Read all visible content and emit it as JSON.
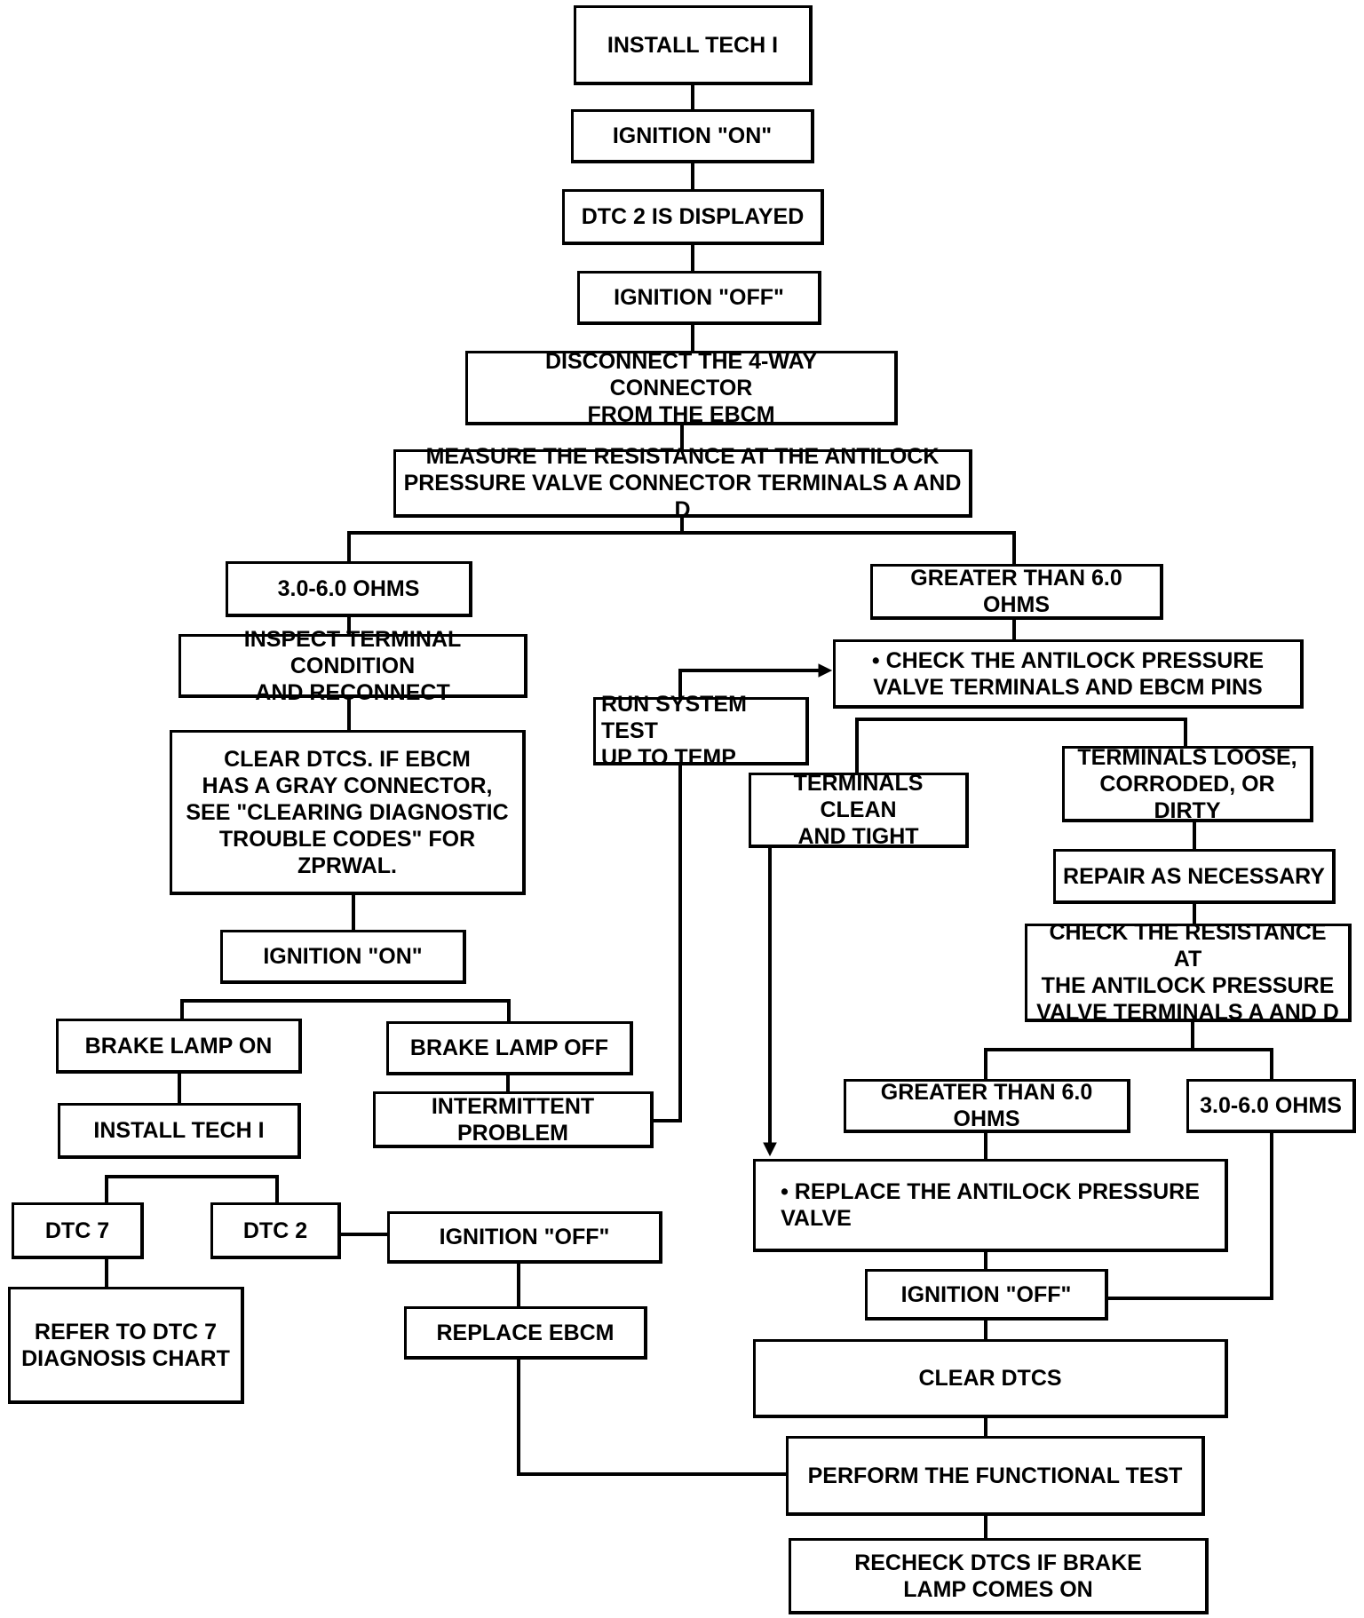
{
  "flowchart": {
    "nodes": {
      "install_tech_top": "INSTALL TECH I",
      "ignition_on_top": "IGNITION \"ON\"",
      "dtc2_displayed": "DTC 2 IS DISPLAYED",
      "ignition_off_top": "IGNITION \"OFF\"",
      "disconnect": "DISCONNECT THE 4-WAY CONNECTOR\nFROM THE EBCM",
      "measure": "MEASURE THE RESISTANCE AT THE ANTILOCK\nPRESSURE VALVE CONNECTOR TERMINALS A AND D",
      "ohms_3_6_left": "3.0-6.0 OHMS",
      "greater_6_right": "GREATER THAN 6.0 OHMS",
      "inspect": "INSPECT TERMINAL CONDITION\nAND RECONNECT",
      "check_terminals": "• CHECK THE ANTILOCK PRESSURE\nVALVE TERMINALS AND EBCM PINS",
      "run_system_test": "RUN SYSTEM TEST\nUP TO TEMP",
      "clear_dtcs_gray": "CLEAR DTCS. IF EBCM\nHAS A GRAY CONNECTOR,\nSEE \"CLEARING DIAGNOSTIC\nTROUBLE CODES\" FOR\nZPRWAL.",
      "terminals_clean": "TERMINALS CLEAN\nAND TIGHT",
      "terminals_loose": "TERMINALS LOOSE,\nCORRODED, OR DIRTY",
      "repair": "REPAIR AS NECESSARY",
      "check_resistance": "CHECK THE RESISTANCE AT\nTHE ANTILOCK PRESSURE\nVALVE TERMINALS A AND D",
      "ignition_on_mid": "IGNITION \"ON\"",
      "brake_lamp_on": "BRAKE LAMP ON",
      "brake_lamp_off": "BRAKE LAMP OFF",
      "intermittent": "INTERMITTENT PROBLEM",
      "install_tech_mid": "INSTALL TECH I",
      "greater_6_lower": "GREATER THAN 6.0 OHMS",
      "ohms_3_6_lower": "3.0-6.0 OHMS",
      "dtc7": "DTC 7",
      "dtc2": "DTC 2",
      "ignition_off_mid": "IGNITION \"OFF\"",
      "replace_valve": "• REPLACE THE ANTILOCK PRESSURE\nVALVE",
      "refer_dtc7": "REFER TO DTC 7\nDIAGNOSIS CHART",
      "replace_ebcm": "REPLACE EBCM",
      "ignition_off_right": "IGNITION \"OFF\"",
      "clear_dtcs": "CLEAR DTCS",
      "functional_test": "PERFORM THE FUNCTIONAL TEST",
      "recheck": "RECHECK DTCS IF BRAKE\nLAMP COMES ON"
    }
  }
}
